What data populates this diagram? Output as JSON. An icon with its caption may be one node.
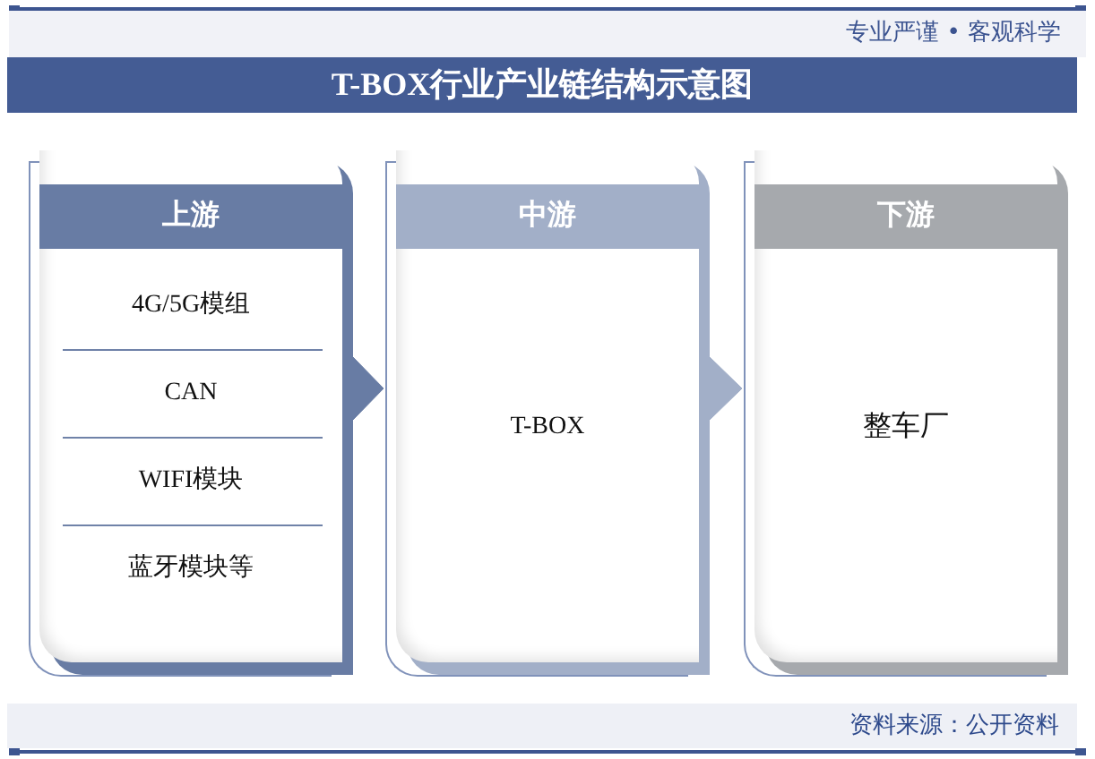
{
  "diagram": {
    "title": "T-BOX行业产业链结构示意图",
    "caption": "资料来源：公开资料",
    "nodes": [
      {
        "text": [
          "上游",
          "4G/5G模组",
          "CAN",
          "WIFI模块",
          "蓝牙模块等"
        ]
      },
      {
        "text": [
          "中游",
          "T-BOX"
        ]
      },
      {
        "text": [
          "下游",
          "整车厂"
        ]
      }
    ],
    "edges": [
      {
        "from": 0,
        "to": 1,
        "arrow": "to",
        "color": "#687ca4"
      },
      {
        "from": 1,
        "to": 2,
        "arrow": "to",
        "color": "#a2afc8"
      }
    ],
    "labels": [
      "专业严谨 • 客观科学"
    ]
  }
}
